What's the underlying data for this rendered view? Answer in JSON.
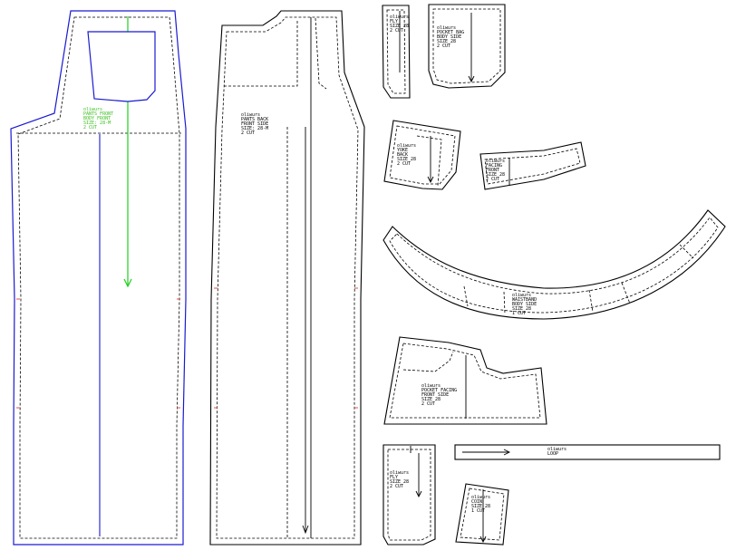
{
  "pieces": {
    "front_leg": {
      "label_lines": [
        "oliwurs",
        "PANTS FRONT",
        "BODY FRONT",
        "SIZE:   28-M",
        "2 CUT"
      ]
    },
    "back_leg": {
      "label_lines": [
        "oliwurs",
        "PANTS BACK",
        "FRONT SIDE",
        "SIZE:   28-M",
        "2 CUT"
      ]
    },
    "fly_strip": {
      "label_lines": [
        "oliwurs",
        "FLY",
        "SIZE 28",
        "2 CUT"
      ]
    },
    "pocket_bag": {
      "label_lines": [
        "oliwurs",
        "POCKET BAG",
        "BODY SIDE",
        "SIZE 28",
        "2 CUT"
      ]
    },
    "yoke": {
      "label_lines": [
        "oliwurs",
        "YOKE",
        "BACK",
        "SIZE 28",
        "2 CUT"
      ]
    },
    "facing": {
      "label_lines": [
        "oliwurs",
        "FACING",
        "FRONT",
        "SIZE 28",
        "2 CUT"
      ]
    },
    "waistband": {
      "label_lines": [
        "oliwurs",
        "WAISTBAND",
        "BODY SIDE",
        "SIZE 28",
        "1 CUT"
      ]
    },
    "hip_piece": {
      "label_lines": [
        "oliwurs",
        "POCKET FACING",
        "FRONT SIDE",
        "SIZE 28",
        "2 CUT"
      ]
    },
    "small_strip": {
      "label_lines": [
        "oliwurs",
        "FLY",
        "SIZE 28",
        "2 CUT"
      ]
    },
    "belt_loop": {
      "label_lines": [
        "oliwurs",
        "LOOP"
      ]
    },
    "small_pocket": {
      "label_lines": [
        "oliwurs",
        "COIN",
        "SIZE 28",
        "1 CUT"
      ]
    }
  },
  "colors": {
    "outline": "#000000",
    "blue_outline": "#1a1ad0",
    "green_grain": "#1fd01f",
    "green_label": "#3cc020"
  }
}
